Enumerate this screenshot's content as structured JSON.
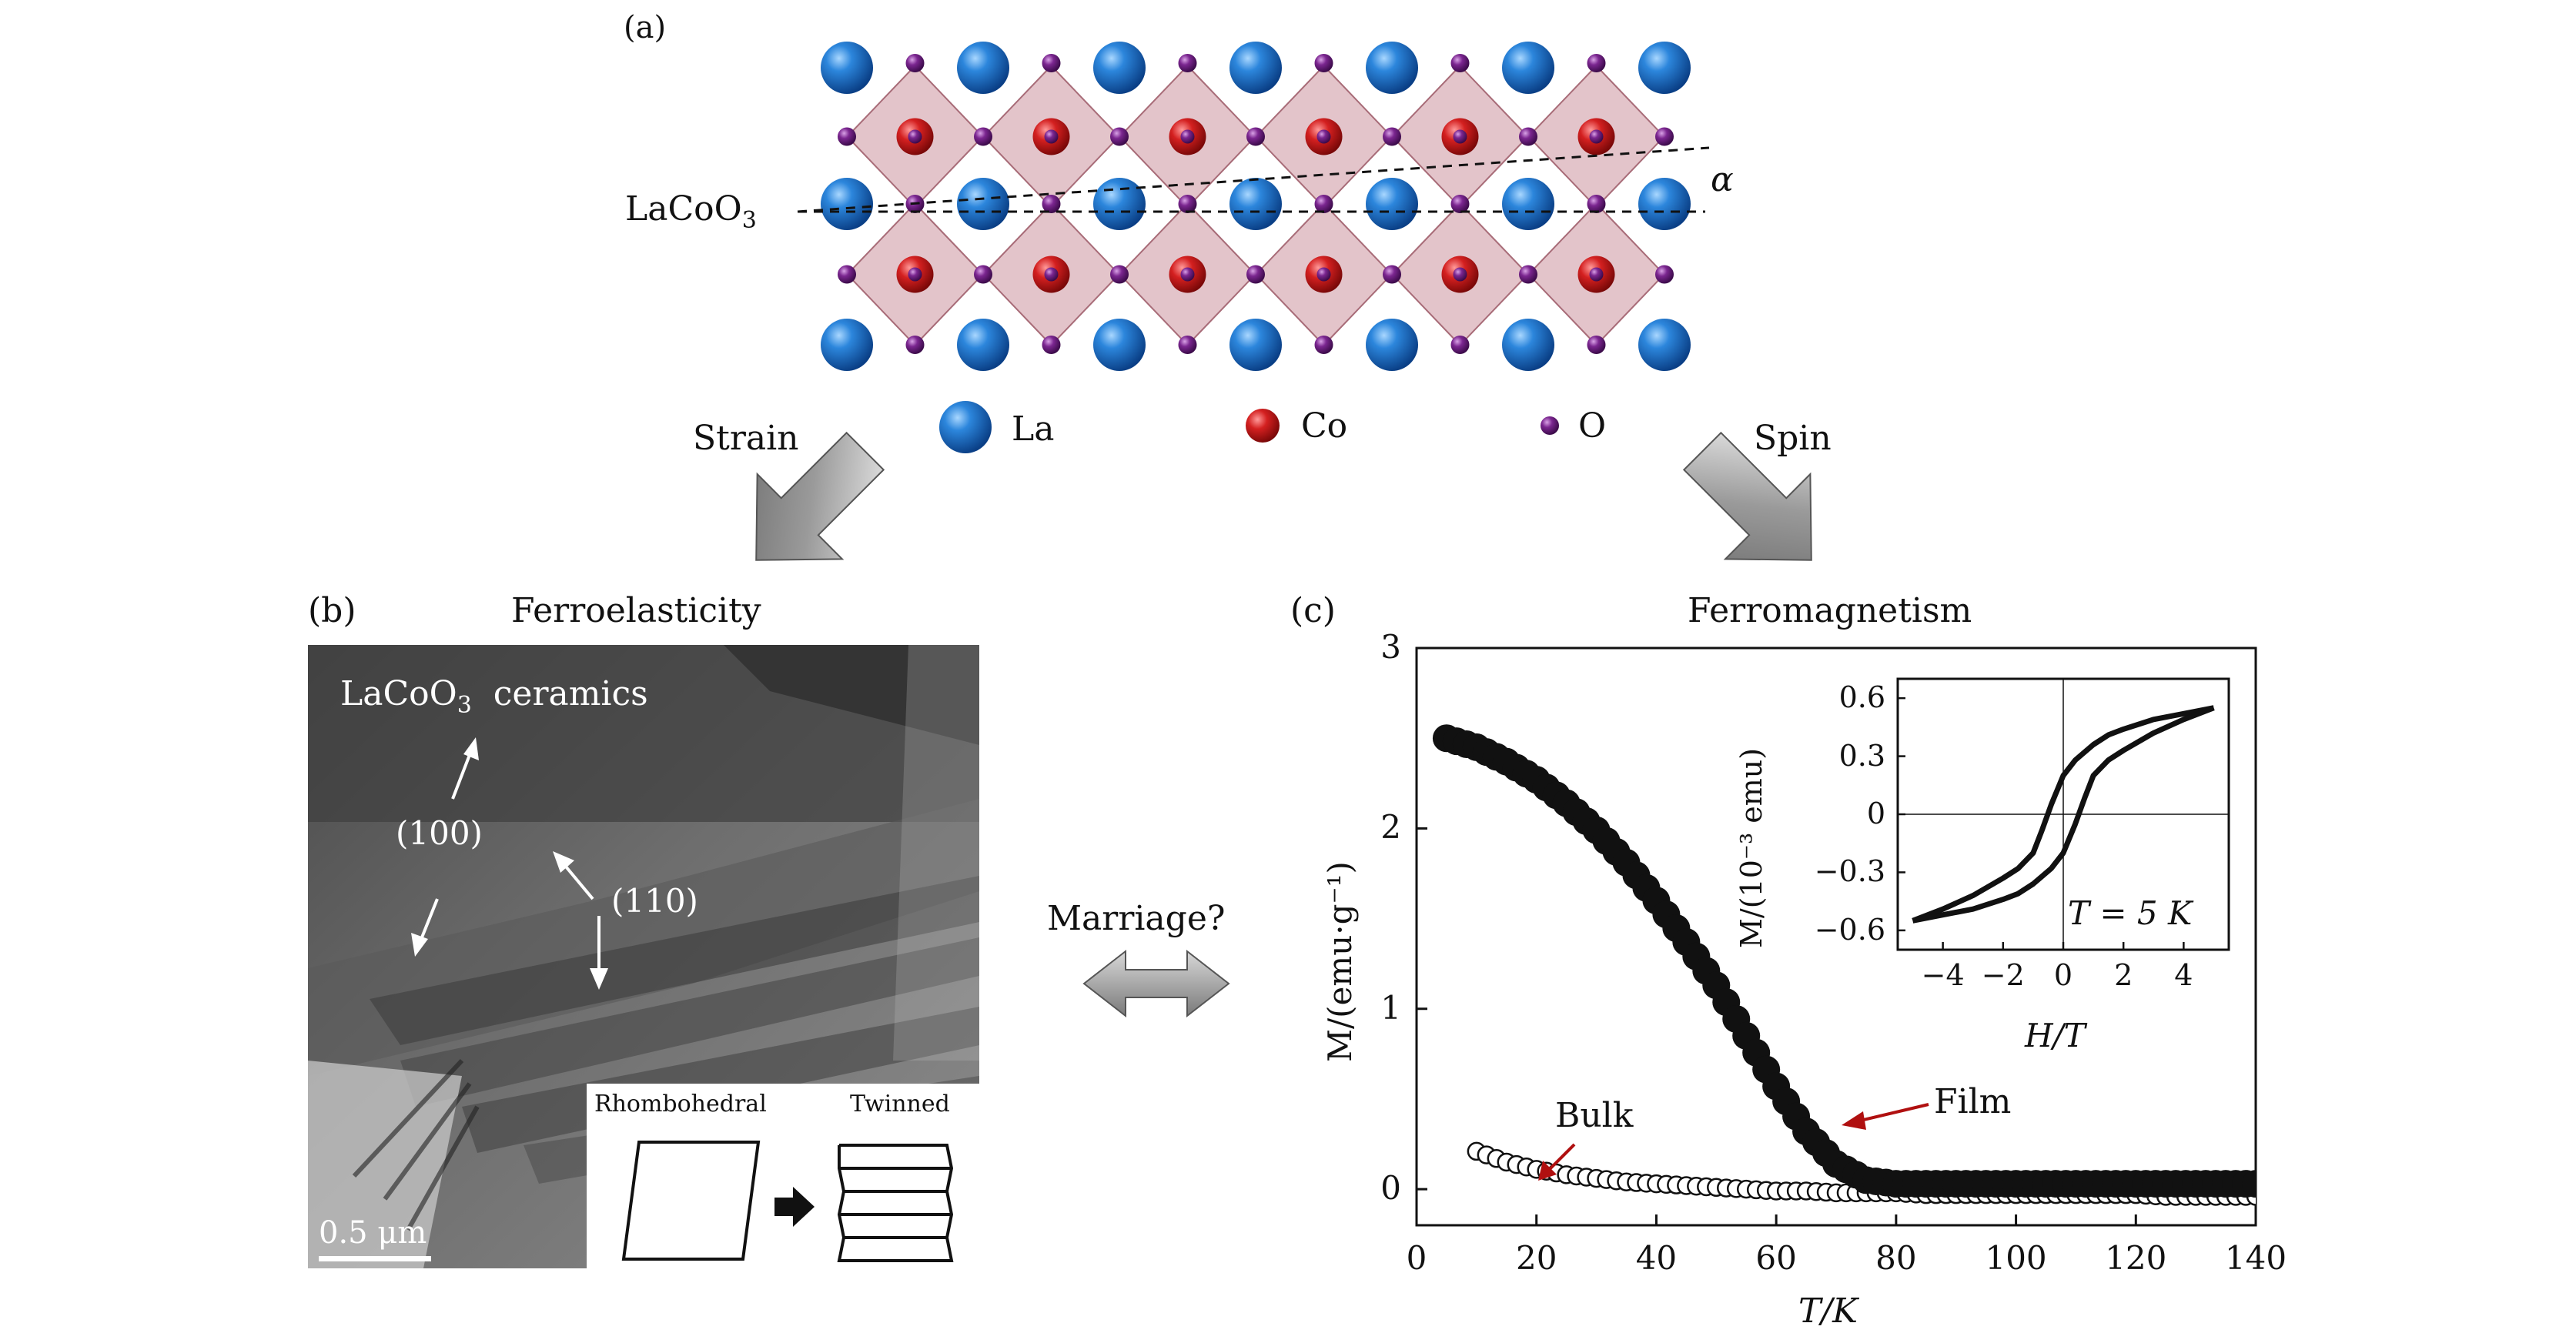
{
  "panel_a": {
    "label": "(a)",
    "compound": "LaCoO",
    "compound_sub": "3",
    "angle_label": "α",
    "legend": [
      {
        "name": "La",
        "color": "#1a6fc4"
      },
      {
        "name": "Co",
        "color": "#c81818"
      },
      {
        "name": "O",
        "color": "#6b1a7a"
      }
    ]
  },
  "arrows": {
    "left_label": "Strain",
    "right_label": "Spin",
    "middle_label": "Marriage?"
  },
  "panel_b": {
    "label": "(b)",
    "title": "Ferroelasticity",
    "photo_caption": "LaCoO",
    "photo_caption_sub": "3",
    "photo_caption_tail": "ceramics",
    "label_100": "(100)",
    "label_110": "(110)",
    "scale_bar": "0.5 μm",
    "inset_left": "Rhombohedral",
    "inset_right": "Twinned"
  },
  "panel_c": {
    "label": "(c)",
    "title": "Ferromagnetism",
    "annotation_film": "Film",
    "annotation_bulk": "Bulk",
    "inset_annotation": "T = 5 K"
  },
  "chart_data": [
    {
      "type": "scatter",
      "title": "Ferromagnetism",
      "xlabel": "T/K",
      "ylabel": "M/(emu·g⁻¹)",
      "xlim": [
        0,
        140
      ],
      "ylim": [
        -0.2,
        3
      ],
      "xticks": [
        "0",
        "20",
        "40",
        "60",
        "80",
        "100",
        "120",
        "140"
      ],
      "yticks": [
        "0",
        "1",
        "2",
        "3"
      ],
      "series": [
        {
          "name": "Film",
          "marker": "filled-circle",
          "x": [
            5,
            10,
            15,
            20,
            25,
            30,
            35,
            40,
            45,
            50,
            55,
            60,
            65,
            70,
            75,
            80,
            85,
            90,
            95,
            100,
            105,
            110,
            115,
            120,
            125,
            130,
            135,
            140
          ],
          "y": [
            2.5,
            2.45,
            2.37,
            2.27,
            2.14,
            1.99,
            1.81,
            1.6,
            1.37,
            1.13,
            0.85,
            0.57,
            0.32,
            0.14,
            0.05,
            0.03,
            0.03,
            0.03,
            0.03,
            0.03,
            0.03,
            0.03,
            0.03,
            0.03,
            0.03,
            0.03,
            0.03,
            0.03
          ]
        },
        {
          "name": "Bulk",
          "marker": "open-circle",
          "x": [
            10,
            15,
            20,
            25,
            30,
            35,
            40,
            45,
            50,
            55,
            60,
            65,
            70,
            75,
            80,
            85,
            90,
            95,
            100,
            105,
            110,
            115,
            120,
            125,
            130,
            135,
            140
          ],
          "y": [
            0.21,
            0.15,
            0.11,
            0.08,
            0.06,
            0.04,
            0.03,
            0.02,
            0.01,
            0.0,
            -0.01,
            -0.01,
            -0.02,
            -0.02,
            -0.02,
            -0.03,
            -0.03,
            -0.03,
            -0.03,
            -0.03,
            -0.03,
            -0.03,
            -0.03,
            -0.04,
            -0.04,
            -0.04,
            -0.04
          ]
        }
      ]
    },
    {
      "type": "line",
      "title": "",
      "xlabel": "H/T",
      "ylabel": "M/(10⁻³ emu)",
      "xlim": [
        -5.5,
        5.5
      ],
      "ylim": [
        -0.7,
        0.7
      ],
      "xticks": [
        "−4",
        "−2",
        "0",
        "2",
        "4"
      ],
      "yticks": [
        "0.6",
        "0.3",
        "0",
        "−0.3",
        "−0.6"
      ],
      "series": [
        {
          "name": "",
          "x": [
            -5,
            -4,
            -3,
            -2,
            -1.5,
            -1,
            -0.7,
            -0.4,
            0,
            0.4,
            0.7,
            1,
            1.5,
            2,
            3,
            4,
            5
          ],
          "y": [
            -0.55,
            -0.49,
            -0.42,
            -0.33,
            -0.28,
            -0.2,
            -0.08,
            0.05,
            0.2,
            0.28,
            0.32,
            0.36,
            0.41,
            0.44,
            0.49,
            0.52,
            0.55
          ]
        },
        {
          "name": "",
          "x": [
            5,
            4,
            3,
            2,
            1.5,
            1,
            0.7,
            0.4,
            0,
            -0.4,
            -0.7,
            -1,
            -1.5,
            -2,
            -3,
            -4,
            -5
          ],
          "y": [
            0.55,
            0.49,
            0.42,
            0.33,
            0.28,
            0.2,
            0.08,
            -0.05,
            -0.2,
            -0.28,
            -0.32,
            -0.36,
            -0.41,
            -0.44,
            -0.49,
            -0.52,
            -0.55
          ]
        }
      ]
    }
  ]
}
